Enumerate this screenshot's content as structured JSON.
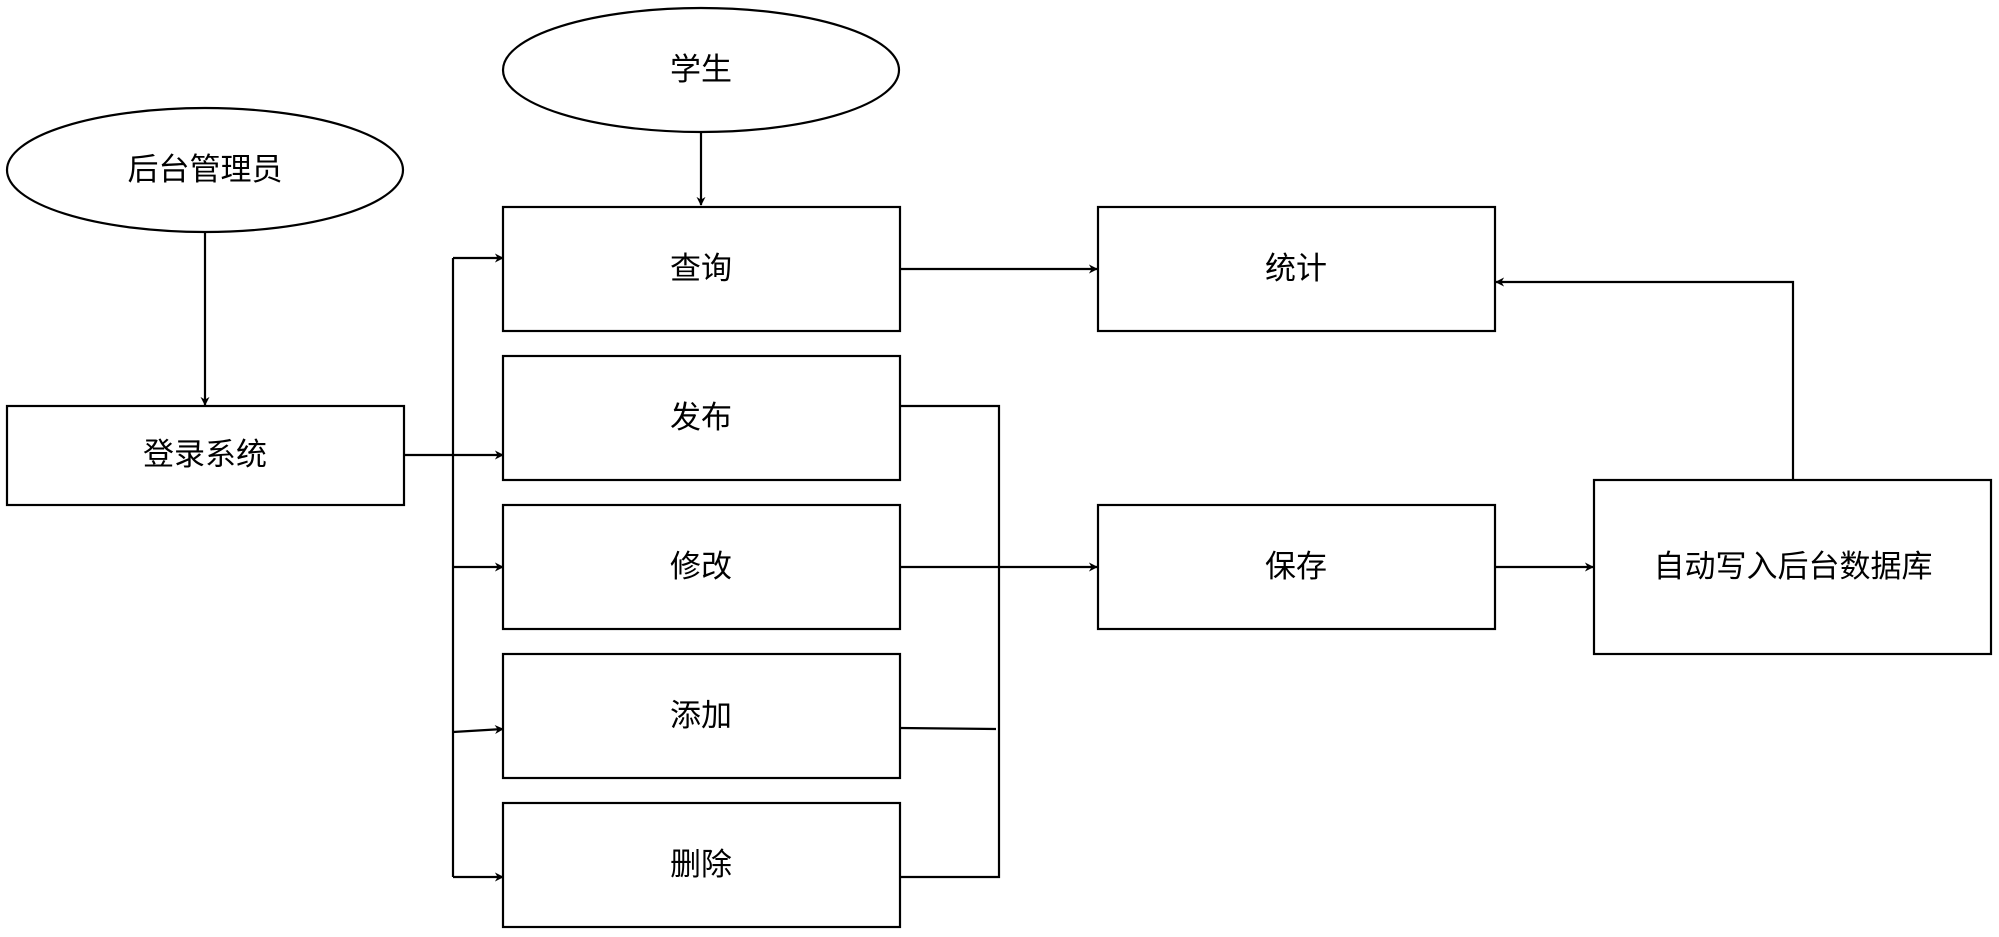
{
  "diagram": {
    "nodes": {
      "admin": "后台管理员",
      "student": "学生",
      "login": "登录系统",
      "query": "查询",
      "publish": "发布",
      "modify": "修改",
      "add": "添加",
      "delete": "删除",
      "stats": "统计",
      "save": "保存",
      "database": "自动写入后台数据库"
    },
    "colors": {
      "stroke": "#000000",
      "fill": "#ffffff",
      "text": "#000000"
    }
  }
}
